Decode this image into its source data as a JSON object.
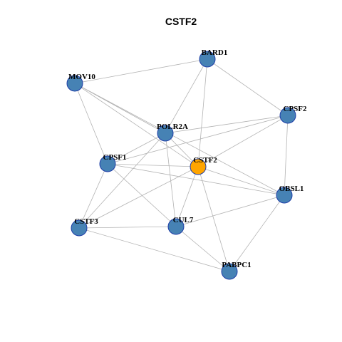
{
  "title": "CSTF2",
  "colors": {
    "node_default": "#4682b4",
    "node_highlight": "#ffa500",
    "node_border": "#1f3ea8",
    "edge": "#b3b3b3",
    "background": "#ffffff"
  },
  "nodes": [
    {
      "id": "BARD1",
      "label": "BARD1",
      "highlight": false
    },
    {
      "id": "MOV10",
      "label": "MOV10",
      "highlight": false
    },
    {
      "id": "CPSF2",
      "label": "CPSF2",
      "highlight": false
    },
    {
      "id": "POLR2A",
      "label": "POLR2A",
      "highlight": false
    },
    {
      "id": "CPSF1",
      "label": "CPSF1",
      "highlight": false
    },
    {
      "id": "CSTF2",
      "label": "CSTF2",
      "highlight": true
    },
    {
      "id": "OBSL1",
      "label": "OBSL1",
      "highlight": false
    },
    {
      "id": "CSTF3",
      "label": "CSTF3",
      "highlight": false
    },
    {
      "id": "CUL7",
      "label": "CUL7",
      "highlight": false
    },
    {
      "id": "PABPC1",
      "label": "PABPC1",
      "highlight": false
    }
  ],
  "edges": [
    [
      "MOV10",
      "BARD1"
    ],
    [
      "BARD1",
      "POLR2A"
    ],
    [
      "BARD1",
      "CSTF2"
    ],
    [
      "BARD1",
      "CPSF2"
    ],
    [
      "MOV10",
      "POLR2A"
    ],
    [
      "MOV10",
      "CPSF1"
    ],
    [
      "MOV10",
      "CSTF2"
    ],
    [
      "MOV10",
      "OBSL1"
    ],
    [
      "POLR2A",
      "CPSF2"
    ],
    [
      "CPSF1",
      "CPSF2"
    ],
    [
      "CSTF2",
      "CPSF2"
    ],
    [
      "CPSF2",
      "OBSL1"
    ],
    [
      "POLR2A",
      "CSTF2"
    ],
    [
      "POLR2A",
      "CPSF1"
    ],
    [
      "POLR2A",
      "CSTF3"
    ],
    [
      "POLR2A",
      "CUL7"
    ],
    [
      "CPSF1",
      "CSTF2"
    ],
    [
      "CPSF1",
      "OBSL1"
    ],
    [
      "CPSF1",
      "CSTF3"
    ],
    [
      "CPSF1",
      "CUL7"
    ],
    [
      "CSTF2",
      "CSTF3"
    ],
    [
      "CSTF2",
      "CUL7"
    ],
    [
      "CSTF2",
      "PABPC1"
    ],
    [
      "CSTF2",
      "OBSL1"
    ],
    [
      "CUL7",
      "OBSL1"
    ],
    [
      "OBSL1",
      "PABPC1"
    ],
    [
      "CSTF3",
      "CUL7"
    ],
    [
      "CSTF3",
      "PABPC1"
    ],
    [
      "CUL7",
      "PABPC1"
    ]
  ]
}
